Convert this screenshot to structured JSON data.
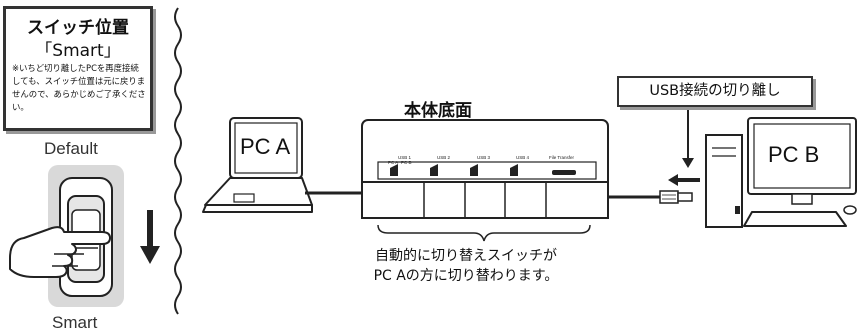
{
  "note": {
    "title": "スイッチ位置",
    "mode": "「Smart」",
    "body": "※いちど切り離したPCを再度接続しても、スイッチ位置は元に戻りませんので、あらかじめご了承ください。"
  },
  "switch": {
    "default_label": "Default",
    "smart_label": "Smart"
  },
  "pc_a": {
    "label": "PC A"
  },
  "pc_b": {
    "label": "PC B"
  },
  "unit": {
    "title": "本体底面",
    "port_labels": [
      "USB 1",
      "USB 2",
      "USB 3",
      "USB 4",
      "File Transfer"
    ],
    "sub_labels": [
      "PC A",
      "PC B"
    ]
  },
  "callout": {
    "text": "USB接続の切り離し"
  },
  "caption": {
    "line1": "自動的に切り替えスイッチが",
    "line2": "PC Aの方に切り替わります。"
  }
}
